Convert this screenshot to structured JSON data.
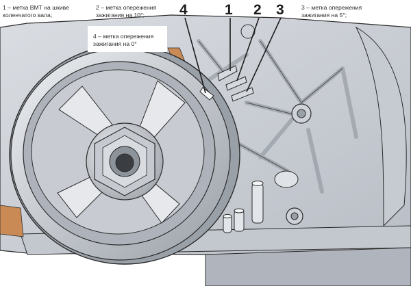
{
  "captions": {
    "mark_tdc": "1 – метка ВМТ на шкиве\nколенчатого вала;",
    "mark_10": "2 – метка опережения\nзажигания на 10°;",
    "mark_0": "4 – метка опережения\nзажигания на 0°",
    "mark_5": "3 – метка опережения\nзажигания на 5°;"
  },
  "callouts": {
    "n1": "1",
    "n2": "2",
    "n3": "3",
    "n4": "4"
  },
  "colors": {
    "metal_light": "#d4d7dc",
    "metal_mid": "#b3b8c0",
    "metal_dark": "#7b8088",
    "rust": "#c98a55",
    "outline": "#2a2a2a"
  }
}
